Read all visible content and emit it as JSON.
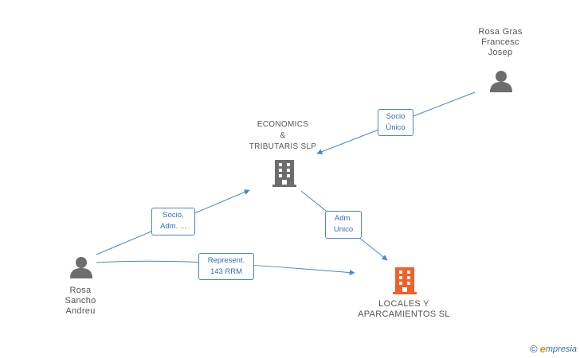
{
  "nodes": {
    "rosa_gras": {
      "lines": [
        "Rosa Gras",
        "Francesc",
        "Josep"
      ],
      "type": "person"
    },
    "economics": {
      "lines": [
        "ECONOMICS",
        "&",
        "TRIBUTARIS SLP"
      ],
      "type": "company"
    },
    "rosa_sancho": {
      "lines": [
        "Rosa",
        "Sancho",
        "Andreu"
      ],
      "type": "person"
    },
    "locales": {
      "lines": [
        "LOCALES Y",
        "APARCAMIENTOS SL"
      ],
      "type": "company-main"
    }
  },
  "edges": {
    "socio_unico": {
      "lines": [
        "Socio",
        "Único"
      ]
    },
    "socio_adm": {
      "lines": [
        "Socio,",
        "Adm. ..."
      ]
    },
    "adm_unico": {
      "lines": [
        "Adm.",
        "Unico"
      ]
    },
    "represent": {
      "lines": [
        "Represent.",
        "143 RRM"
      ]
    }
  },
  "colors": {
    "edge": "#4a86c8",
    "person_icon": "#6d6d6d",
    "company_icon": "#6d6d6d",
    "main_company_icon": "#f0602a",
    "label_text": "#555555"
  },
  "credit": {
    "copyright": "©",
    "brand_e": "e",
    "brand_rest": "mpresia"
  }
}
